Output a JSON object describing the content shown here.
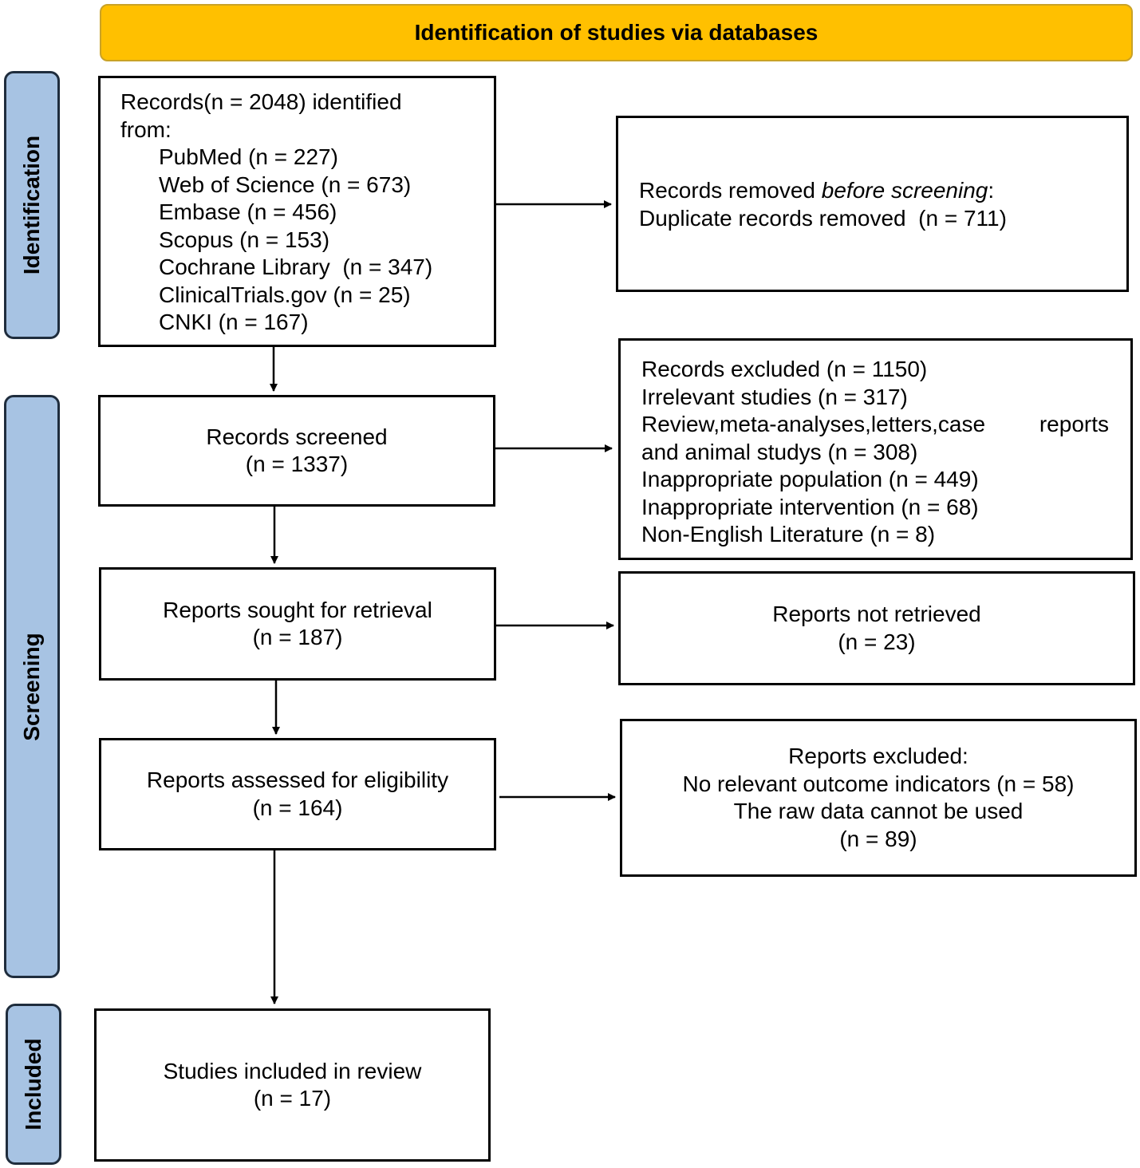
{
  "header": {
    "title": "Identification of studies via databases"
  },
  "stages": {
    "identification": "Identification",
    "screening": "Screening",
    "included": "Included"
  },
  "records_identified": {
    "line1": "Records(n = 2048) identified",
    "line2": "from:",
    "sources": [
      "PubMed (n = 227)",
      "Web of Science (n = 673)",
      "Embase (n = 456)",
      "Scopus (n = 153)",
      "Cochrane Library  (n = 347)",
      "ClinicalTrials.gov (n = 25)",
      "CNKI (n = 167)"
    ]
  },
  "records_removed": {
    "prefix": "Records removed ",
    "emphasis": "before screening",
    "suffix": ":",
    "line2": "Duplicate records removed  (n = 711)"
  },
  "records_screened": {
    "line1": "Records screened",
    "line2": "(n = 1337)"
  },
  "records_excluded": {
    "line1": "Records excluded (n = 1150)",
    "line2": "Irrelevant studies (n = 317)",
    "line3a": "Review,meta-analyses,letters,case",
    "line3b": "reports",
    "line4": "and animal studys (n = 308)",
    "line5": "Inappropriate population (n = 449)",
    "line6": "Inappropriate intervention (n = 68)",
    "line7": "Non-English Literature (n = 8)"
  },
  "reports_sought": {
    "line1": "Reports sought for retrieval",
    "line2": "(n = 187)"
  },
  "reports_not_retrieved": {
    "line1": "Reports not retrieved",
    "line2": "(n = 23)"
  },
  "reports_assessed": {
    "line1": "Reports assessed for eligibility",
    "line2": "(n = 164)"
  },
  "reports_excluded": {
    "line1": "Reports excluded:",
    "line2": "No relevant outcome indicators (n = 58)",
    "line3": "The raw data cannot be used",
    "line4": "(n = 89)"
  },
  "studies_included": {
    "line1": "Studies included in review",
    "line2": "(n = 17)"
  }
}
